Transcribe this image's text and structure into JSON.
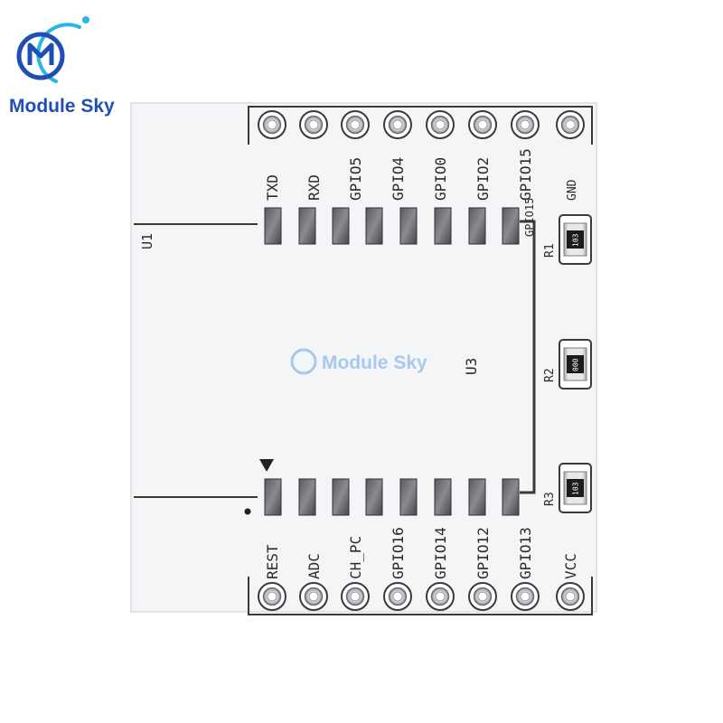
{
  "brand": {
    "name": "Module Sky",
    "primary_color": "#1f4fb5",
    "accent_color": "#27b6e6",
    "logo_icon": "m-circuit-logo-icon"
  },
  "board": {
    "background_color": "#f4f5f7",
    "silkscreen_color": "#2a2a2a",
    "header_designator": "U1",
    "module_designator": "U3",
    "watermark": "Module Sky",
    "top_pins": [
      "TXD",
      "RXD",
      "GPIO5",
      "GPIO4",
      "GPIO0",
      "GPIO2",
      "GPIO15",
      "GND"
    ],
    "bottom_pins": [
      "REST",
      "ADC",
      "CH_PC",
      "GPIO16",
      "GPIO14",
      "GPIO12",
      "GPIO13",
      "VCC"
    ],
    "pad_label": "GPIO15",
    "resistors": [
      {
        "designator": "R1",
        "value": "103"
      },
      {
        "designator": "R2",
        "value": "000"
      },
      {
        "designator": "R3",
        "value": "103"
      }
    ]
  }
}
